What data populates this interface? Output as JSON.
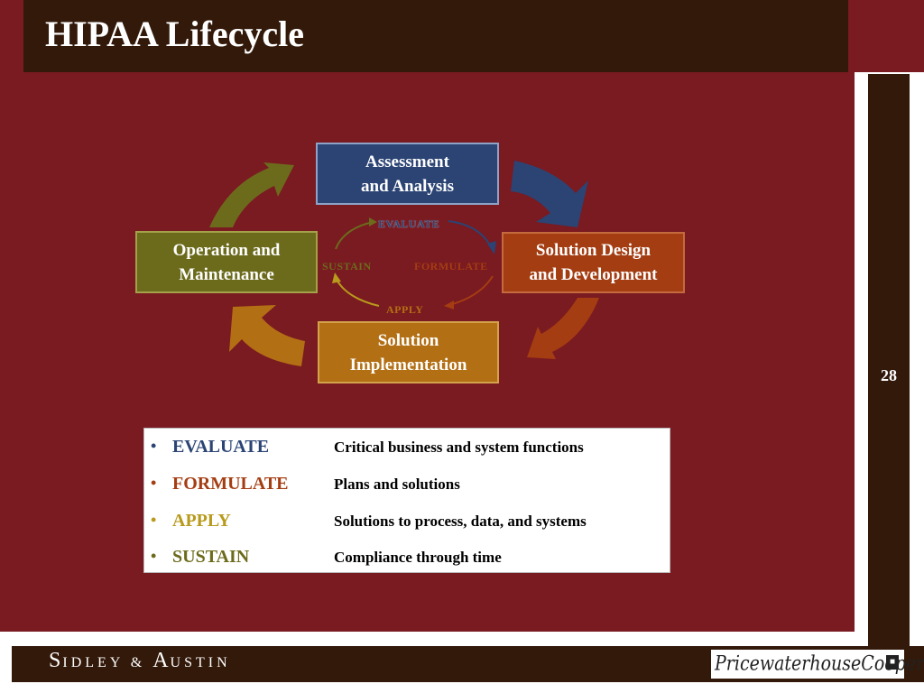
{
  "slide": {
    "title": "HIPAA Lifecycle",
    "page_number": "28"
  },
  "cycle": {
    "boxes": {
      "assessment": "Assessment\nand Analysis",
      "solution_design": "Solution Design\nand Development",
      "solution_implementation": "Solution\nImplementation",
      "operation": "Operation and\nMaintenance"
    },
    "inner_labels": {
      "evaluate": "EVALUATE",
      "formulate": "FORMULATE",
      "apply": "APPLY",
      "sustain": "SUSTAIN"
    }
  },
  "legend": {
    "items": [
      {
        "term": "EVALUATE",
        "desc": "Critical business and system functions",
        "color": "#2b4474"
      },
      {
        "term": "FORMULATE",
        "desc": "Plans and solutions",
        "color": "#a43d12"
      },
      {
        "term": "APPLY",
        "desc": "Solutions to process, data, and systems",
        "color": "#b89a1c"
      },
      {
        "term": "SUSTAIN",
        "desc": "Compliance through time",
        "color": "#6c6b1c"
      }
    ],
    "bullet": "•"
  },
  "footer": {
    "left_logo": {
      "cap1": "S",
      "rest1": "IDLEY",
      "amp": "&",
      "cap2": "A",
      "rest2": "USTIN"
    },
    "right_logo": "PricewaterhouseCoopers"
  },
  "colors": {
    "background": "#7a1a21",
    "dark_brown": "#33190a",
    "blue": "#2b4474",
    "rust": "#a43d12",
    "amber": "#b36f14",
    "olive": "#6c6b1c"
  }
}
